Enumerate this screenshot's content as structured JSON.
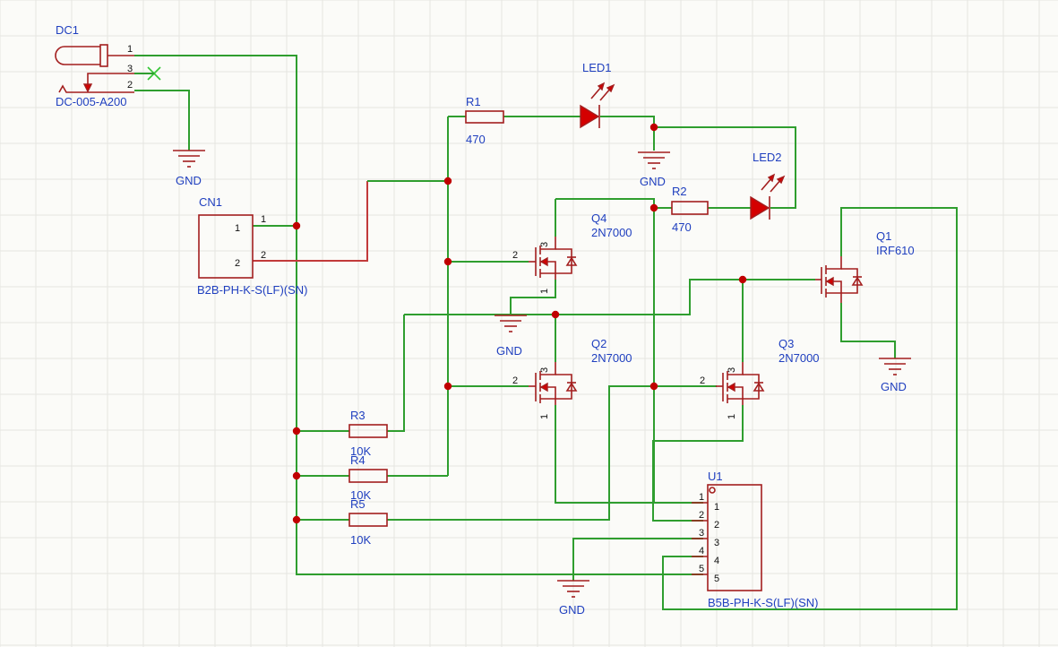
{
  "components": {
    "dc1": {
      "ref": "DC1",
      "value": "DC-005-A200",
      "pins": [
        "1",
        "3",
        "2"
      ]
    },
    "cn1": {
      "ref": "CN1",
      "value": "B2B-PH-K-S(LF)(SN)",
      "pins": [
        "1",
        "2"
      ]
    },
    "u1": {
      "ref": "U1",
      "value": "B5B-PH-K-S(LF)(SN)",
      "pins": [
        "1",
        "2",
        "3",
        "4",
        "5"
      ]
    },
    "r1": {
      "ref": "R1",
      "value": "470"
    },
    "r2": {
      "ref": "R2",
      "value": "470"
    },
    "r3": {
      "ref": "R3",
      "value": "10K"
    },
    "r4": {
      "ref": "R4",
      "value": "10K"
    },
    "r5": {
      "ref": "R5",
      "value": "10K"
    },
    "led1": {
      "ref": "LED1"
    },
    "led2": {
      "ref": "LED2"
    },
    "q1": {
      "ref": "Q1",
      "value": "IRF610"
    },
    "q2": {
      "ref": "Q2",
      "value": "2N7000",
      "pins": [
        "3",
        "2",
        "1"
      ]
    },
    "q3": {
      "ref": "Q3",
      "value": "2N7000",
      "pins": [
        "3",
        "2",
        "1"
      ]
    },
    "q4": {
      "ref": "Q4",
      "value": "2N7000",
      "pins": [
        "3",
        "2",
        "1"
      ]
    }
  },
  "gnd_label": "GND"
}
